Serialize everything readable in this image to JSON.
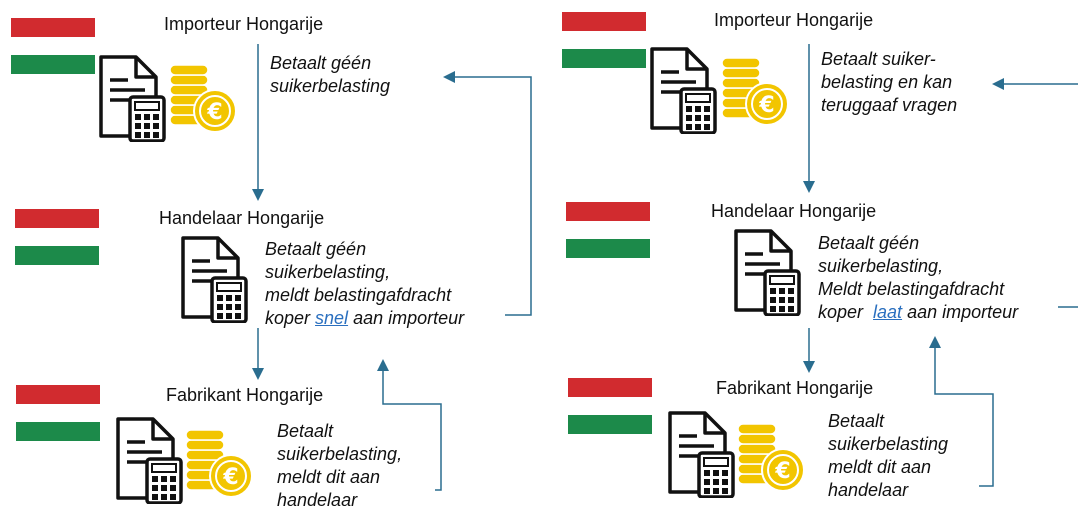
{
  "colors": {
    "flag_red": "#d12b2f",
    "flag_white": "#ffffff",
    "flag_green": "#1c8a4a",
    "arrow": "#2a6d8f",
    "coin": "#f2c500",
    "highlight": "#2a6fbf"
  },
  "panels": [
    {
      "importer": {
        "title": "Importeur Hongarije",
        "lines": [
          "Betaalt géén",
          "suikerbelasting"
        ]
      },
      "trader": {
        "title": "Handelaar Hongarije",
        "lines": [
          "Betaalt géén",
          "suikerbelasting,",
          "meldt belastingafdracht"
        ],
        "last_pre": "koper ",
        "last_hl": "snel",
        "last_post": " aan importeur"
      },
      "manufacturer": {
        "title": "Fabrikant Hongarije",
        "lines": [
          "Betaalt",
          "suikerbelasting,",
          "meldt dit aan",
          "handelaar"
        ]
      }
    },
    {
      "importer": {
        "title": "Importeur Hongarije",
        "lines": [
          "Betaalt suiker-",
          "belasting en kan",
          "teruggaaf vragen"
        ]
      },
      "trader": {
        "title": "Handelaar Hongarije",
        "lines": [
          "Betaalt géén",
          "suikerbelasting,",
          "Meldt belastingafdracht"
        ],
        "last_pre": "koper  ",
        "last_hl": "laat",
        "last_post": " aan importeur"
      },
      "manufacturer": {
        "title": "Fabrikant Hongarije",
        "lines": [
          "Betaalt",
          "suikerbelasting",
          "meldt dit aan",
          "handelaar"
        ]
      }
    }
  ],
  "icons": [
    "hungary-flag",
    "invoice-calculator-icon",
    "euro-coins-icon"
  ]
}
